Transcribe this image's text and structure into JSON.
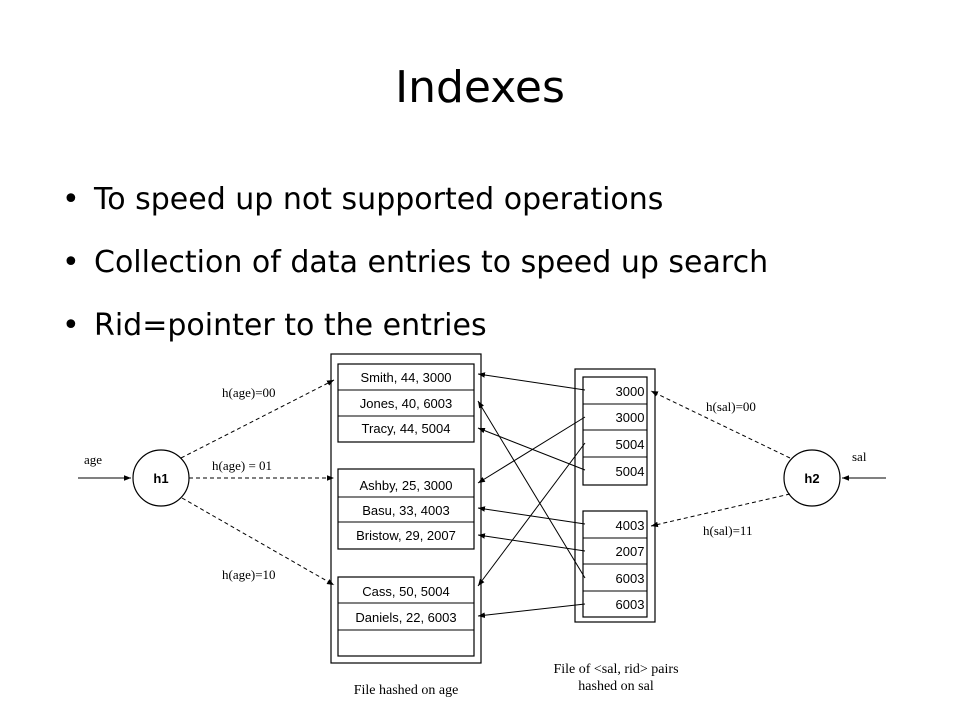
{
  "slide": {
    "title": "Indexes",
    "bullets": [
      "To speed up not supported operations",
      "Collection of data entries to speed up search",
      "Rid=pointer to the entries"
    ]
  },
  "diagram": {
    "left_input": "age",
    "right_input": "sal",
    "h1": "h1",
    "h2": "h2",
    "left_edges": [
      "h(age)=00",
      "h(age) = 01",
      "h(age)=10"
    ],
    "right_edges": [
      "h(sal)=00",
      "h(sal)=11"
    ],
    "file_records": [
      "Smith, 44, 3000",
      "Jones, 40, 6003",
      "Tracy, 44, 5004",
      "Ashby, 25, 3000",
      "Basu, 33, 4003",
      "Bristow, 29, 2007",
      "Cass, 50, 5004",
      "Daniels, 22, 6003"
    ],
    "pair_values": [
      "3000",
      "3000",
      "5004",
      "5004",
      "4003",
      "2007",
      "6003",
      "6003"
    ],
    "left_caption": "File hashed on age",
    "right_caption_1": "File of <sal, rid> pairs",
    "right_caption_2": "hashed on sal"
  }
}
